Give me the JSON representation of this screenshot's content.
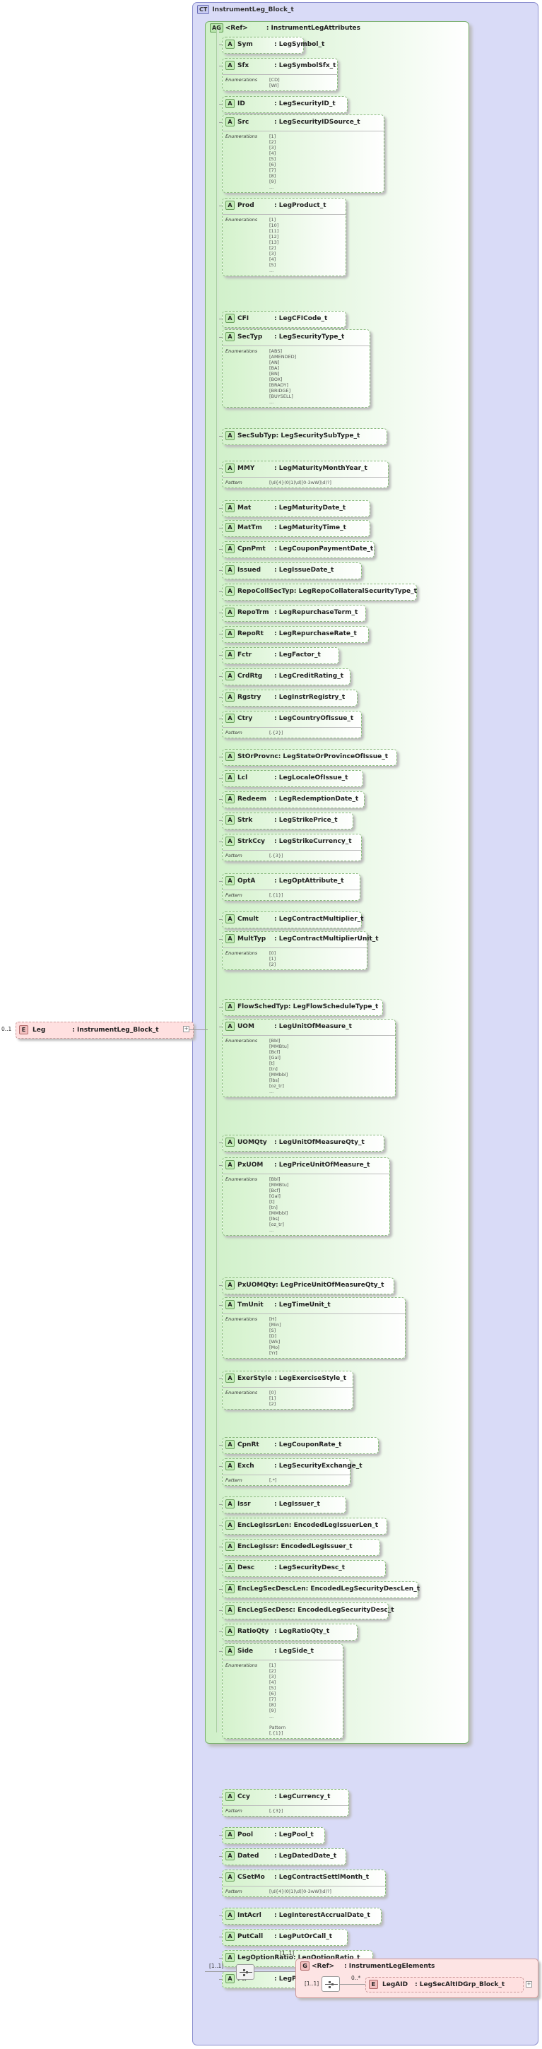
{
  "root": {
    "badge": "E",
    "name": "Leg",
    "type": ": InstrumentLeg_Block_t",
    "cardinality": "0..1"
  },
  "complex_type": {
    "badge": "CT",
    "name": "InstrumentLeg_Block_t"
  },
  "attribute_group": {
    "badge": "AG",
    "name": "<Ref>",
    "type": ": InstrumentLegAttributes"
  },
  "attributes": [
    {
      "name": "Sym",
      "type": ": LegSymbol_t",
      "optional": true
    },
    {
      "name": "Sfx",
      "type": ": LegSymbolSfx_t",
      "optional": true,
      "label": "Enumerations",
      "values": [
        "[CD]",
        "[WI]"
      ]
    },
    {
      "name": "ID",
      "type": ": LegSecurityID_t",
      "optional": true
    },
    {
      "name": "Src",
      "type": ": LegSecurityIDSource_t",
      "optional": true,
      "label": "Enumerations",
      "values": [
        "[1]",
        "[2]",
        "[3]",
        "[4]",
        "[5]",
        "[6]",
        "[7]",
        "[8]",
        "[9]",
        "..."
      ]
    },
    {
      "name": "Prod",
      "type": ": LegProduct_t",
      "optional": true,
      "label": "Enumerations",
      "values": [
        "[1]",
        "[10]",
        "[11]",
        "[12]",
        "[13]",
        "[2]",
        "[3]",
        "[4]",
        "[5]",
        "..."
      ]
    },
    {
      "name": "CFI",
      "type": ": LegCFICode_t",
      "optional": true
    },
    {
      "name": "SecTyp",
      "type": ": LegSecurityType_t",
      "optional": true,
      "label": "Enumerations",
      "values": [
        "[ABS]",
        "[AMENDED]",
        "[AN]",
        "[BA]",
        "[BN]",
        "[BOX]",
        "[BRADY]",
        "[BRIDGE]",
        "[BUYSELL]",
        "..."
      ]
    },
    {
      "name": "SecSubTyp",
      "type": ": LegSecuritySubType_t",
      "optional": true
    },
    {
      "name": "MMY",
      "type": ": LegMaturityMonthYear_t",
      "optional": true,
      "label": "Pattern",
      "values": [
        "[\\d{4}(0|1)\\d([0-3wW]\\d)?]"
      ]
    },
    {
      "name": "Mat",
      "type": ": LegMaturityDate_t",
      "optional": true
    },
    {
      "name": "MatTm",
      "type": ": LegMaturityTime_t",
      "optional": true
    },
    {
      "name": "CpnPmt",
      "type": ": LegCouponPaymentDate_t",
      "optional": true
    },
    {
      "name": "Issued",
      "type": ": LegIssueDate_t",
      "optional": true
    },
    {
      "name": "RepoCollSecTyp",
      "type": ": LegRepoCollateralSecurityType_t",
      "optional": true
    },
    {
      "name": "RepoTrm",
      "type": ": LegRepurchaseTerm_t",
      "optional": true
    },
    {
      "name": "RepoRt",
      "type": ": LegRepurchaseRate_t",
      "optional": true
    },
    {
      "name": "Fctr",
      "type": ": LegFactor_t",
      "optional": true
    },
    {
      "name": "CrdRtg",
      "type": ": LegCreditRating_t",
      "optional": true
    },
    {
      "name": "Rgstry",
      "type": ": LegInstrRegistry_t",
      "optional": true
    },
    {
      "name": "Ctry",
      "type": ": LegCountryOfIssue_t",
      "optional": true,
      "label": "Pattern",
      "values": [
        "[.{2}]"
      ]
    },
    {
      "name": "StOrProvnc",
      "type": ": LegStateOrProvinceOfIssue_t",
      "optional": true
    },
    {
      "name": "Lcl",
      "type": ": LegLocaleOfIssue_t",
      "optional": true
    },
    {
      "name": "Redeem",
      "type": ": LegRedemptionDate_t",
      "optional": true
    },
    {
      "name": "Strk",
      "type": ": LegStrikePrice_t",
      "optional": true
    },
    {
      "name": "StrkCcy",
      "type": ": LegStrikeCurrency_t",
      "optional": true,
      "label": "Pattern",
      "values": [
        "[.{3}]"
      ]
    },
    {
      "name": "OptA",
      "type": ": LegOptAttribute_t",
      "optional": true,
      "label": "Pattern",
      "values": [
        "[.{1}]"
      ]
    },
    {
      "name": "Cmult",
      "type": ": LegContractMultiplier_t",
      "optional": true
    },
    {
      "name": "MultTyp",
      "type": ": LegContractMultiplierUnit_t",
      "optional": true,
      "label": "Enumerations",
      "values": [
        "[0]",
        "[1]",
        "[2]"
      ]
    },
    {
      "name": "FlowSchedTyp",
      "type": ": LegFlowScheduleType_t",
      "optional": true
    },
    {
      "name": "UOM",
      "type": ": LegUnitOfMeasure_t",
      "optional": true,
      "label": "Enumerations",
      "values": [
        "[Bbl]",
        "[MMBtu]",
        "[Bcf]",
        "[Gal]",
        "[t]",
        "[tn]",
        "[MMbbl]",
        "[lbs]",
        "[oz_tr]",
        "..."
      ]
    },
    {
      "name": "UOMQty",
      "type": ": LegUnitOfMeasureQty_t",
      "optional": true
    },
    {
      "name": "PxUOM",
      "type": ": LegPriceUnitOfMeasure_t",
      "optional": true,
      "label": "Enumerations",
      "values": [
        "[Bbl]",
        "[MMBtu]",
        "[Bcf]",
        "[Gal]",
        "[t]",
        "[tn]",
        "[MMbbl]",
        "[lbs]",
        "[oz_tr]",
        "..."
      ]
    },
    {
      "name": "PxUOMQty",
      "type": ": LegPriceUnitOfMeasureQty_t",
      "optional": true
    },
    {
      "name": "TmUnit",
      "type": ": LegTimeUnit_t",
      "optional": true,
      "label": "Enumerations",
      "values": [
        "[H]",
        "[Min]",
        "[S]",
        "[D]",
        "[Wk]",
        "[Mo]",
        "[Yr]"
      ]
    },
    {
      "name": "ExerStyle",
      "type": ": LegExerciseStyle_t",
      "optional": true,
      "label": "Enumerations",
      "values": [
        "[0]",
        "[1]",
        "[2]"
      ]
    },
    {
      "name": "CpnRt",
      "type": ": LegCouponRate_t",
      "optional": true
    },
    {
      "name": "Exch",
      "type": ": LegSecurityExchange_t",
      "optional": true,
      "label": "Pattern",
      "values": [
        "[.*]"
      ]
    },
    {
      "name": "Issr",
      "type": ": LegIssuer_t",
      "optional": true
    },
    {
      "name": "EncLegIssrLen",
      "type": ": EncodedLegIssuerLen_t",
      "optional": true
    },
    {
      "name": "EncLegIssr",
      "type": ": EncodedLegIssuer_t",
      "optional": true
    },
    {
      "name": "Desc",
      "type": ": LegSecurityDesc_t",
      "optional": true
    },
    {
      "name": "EncLegSecDescLen",
      "type": ": EncodedLegSecurityDescLen_t",
      "optional": true
    },
    {
      "name": "EncLegSecDesc",
      "type": ": EncodedLegSecurityDesc_t",
      "optional": true
    },
    {
      "name": "RatioQty",
      "type": ": LegRatioQty_t",
      "optional": true
    },
    {
      "name": "Side",
      "type": ": LegSide_t",
      "optional": true,
      "label": "Enumerations",
      "values": [
        "[1]",
        "[2]",
        "[3]",
        "[4]",
        "[5]",
        "[6]",
        "[7]",
        "[8]",
        "[9]",
        "...",
        "",
        "Pattern",
        "[.{1}]"
      ]
    },
    {
      "name": "Ccy",
      "type": ": LegCurrency_t",
      "optional": true,
      "label": "Pattern",
      "values": [
        "[.{3}]"
      ]
    },
    {
      "name": "Pool",
      "type": ": LegPool_t",
      "optional": true
    },
    {
      "name": "Dated",
      "type": ": LegDatedDate_t",
      "optional": true
    },
    {
      "name": "CSetMo",
      "type": ": LegContractSettlMonth_t",
      "optional": true,
      "label": "Pattern",
      "values": [
        "[\\d{4}(0|1)\\d([0-3wW]\\d)?]"
      ]
    },
    {
      "name": "IntAcrl",
      "type": ": LegInterestAccrualDate_t",
      "optional": true
    },
    {
      "name": "PutCall",
      "type": ": LegPutOrCall_t",
      "optional": true
    },
    {
      "name": "LegOptionRatio",
      "type": ": LegOptionRatio_t",
      "optional": true
    },
    {
      "name": "Px",
      "type": ": LegPrice_t",
      "optional": true
    }
  ],
  "sequence": {
    "cardinality": "[1..1]"
  },
  "group": {
    "badge": "G",
    "name": "<Ref>",
    "type": ": InstrumentLegElements",
    "cardinality": "[1..1]"
  },
  "inner_sequence": {
    "cardinality": "[1..1]"
  },
  "child_element": {
    "badge": "E",
    "name": "LegAID",
    "type": ": LegSecAltIDGrp_Block_t",
    "cardinality": "0..*"
  }
}
